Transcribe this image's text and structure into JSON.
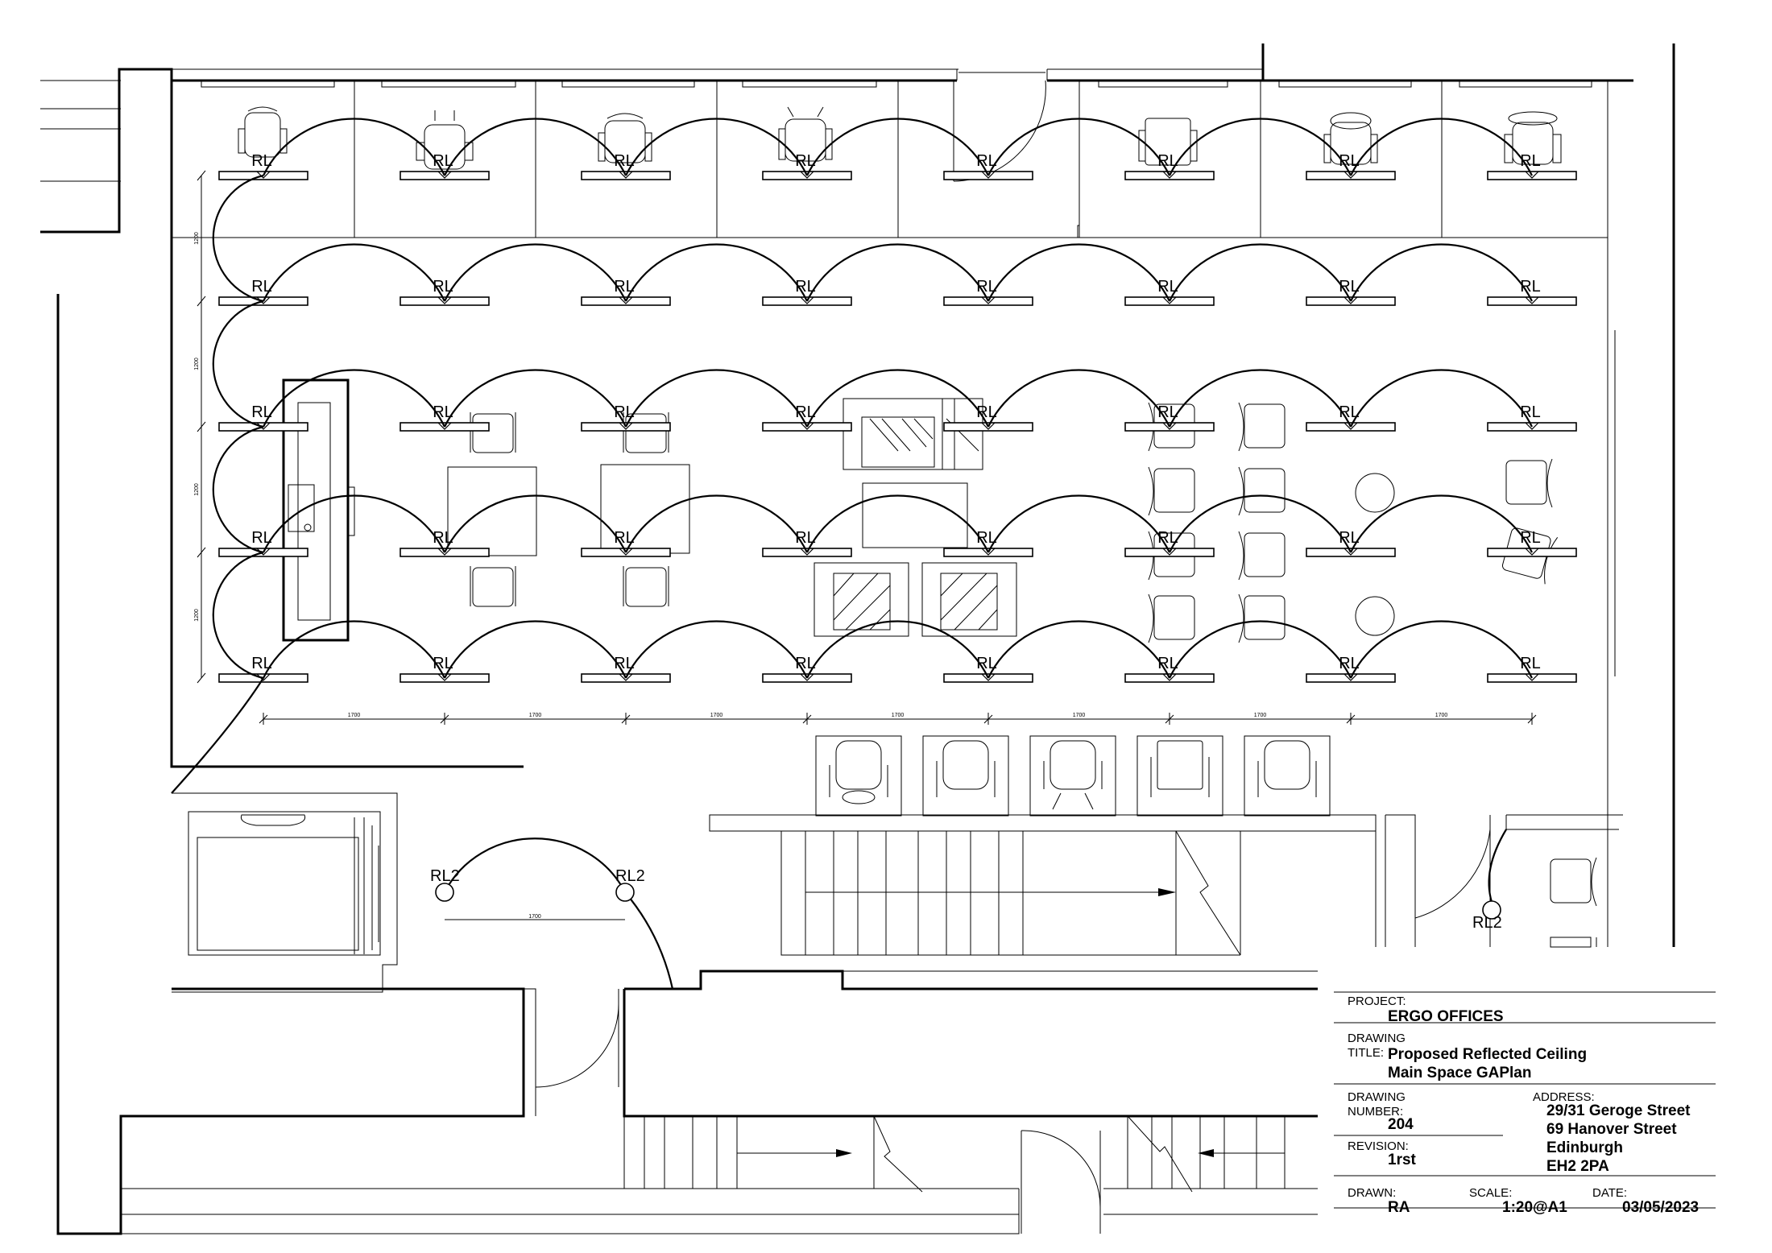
{
  "plan": {
    "light_label": "RL",
    "light_label_secondary": "RL2",
    "spacing_label": "1700",
    "vertical_spacing_label": "1200"
  },
  "title_block": {
    "project_label": "PROJECT:",
    "project_value": "ERGO OFFICES",
    "drawing_label_1": "DRAWING",
    "drawing_label_2": "TITLE:",
    "title_line_1": "Proposed Reflected Ceiling",
    "title_line_2": "Main Space GAPlan",
    "number_label_1": "DRAWING",
    "number_label_2": "NUMBER:",
    "number_value": "204",
    "address_label": "ADDRESS:",
    "address_lines": [
      "29/31 Geroge Street",
      "69 Hanover Street",
      "Edinburgh",
      "EH2 2PA"
    ],
    "revision_label": "REVISION:",
    "revision_value": "1rst",
    "drawn_label": "DRAWN:",
    "drawn_value": "RA",
    "scale_label": "SCALE:",
    "scale_value": "1:20@A1",
    "date_label": "DATE:",
    "date_value": "03/05/2023"
  }
}
